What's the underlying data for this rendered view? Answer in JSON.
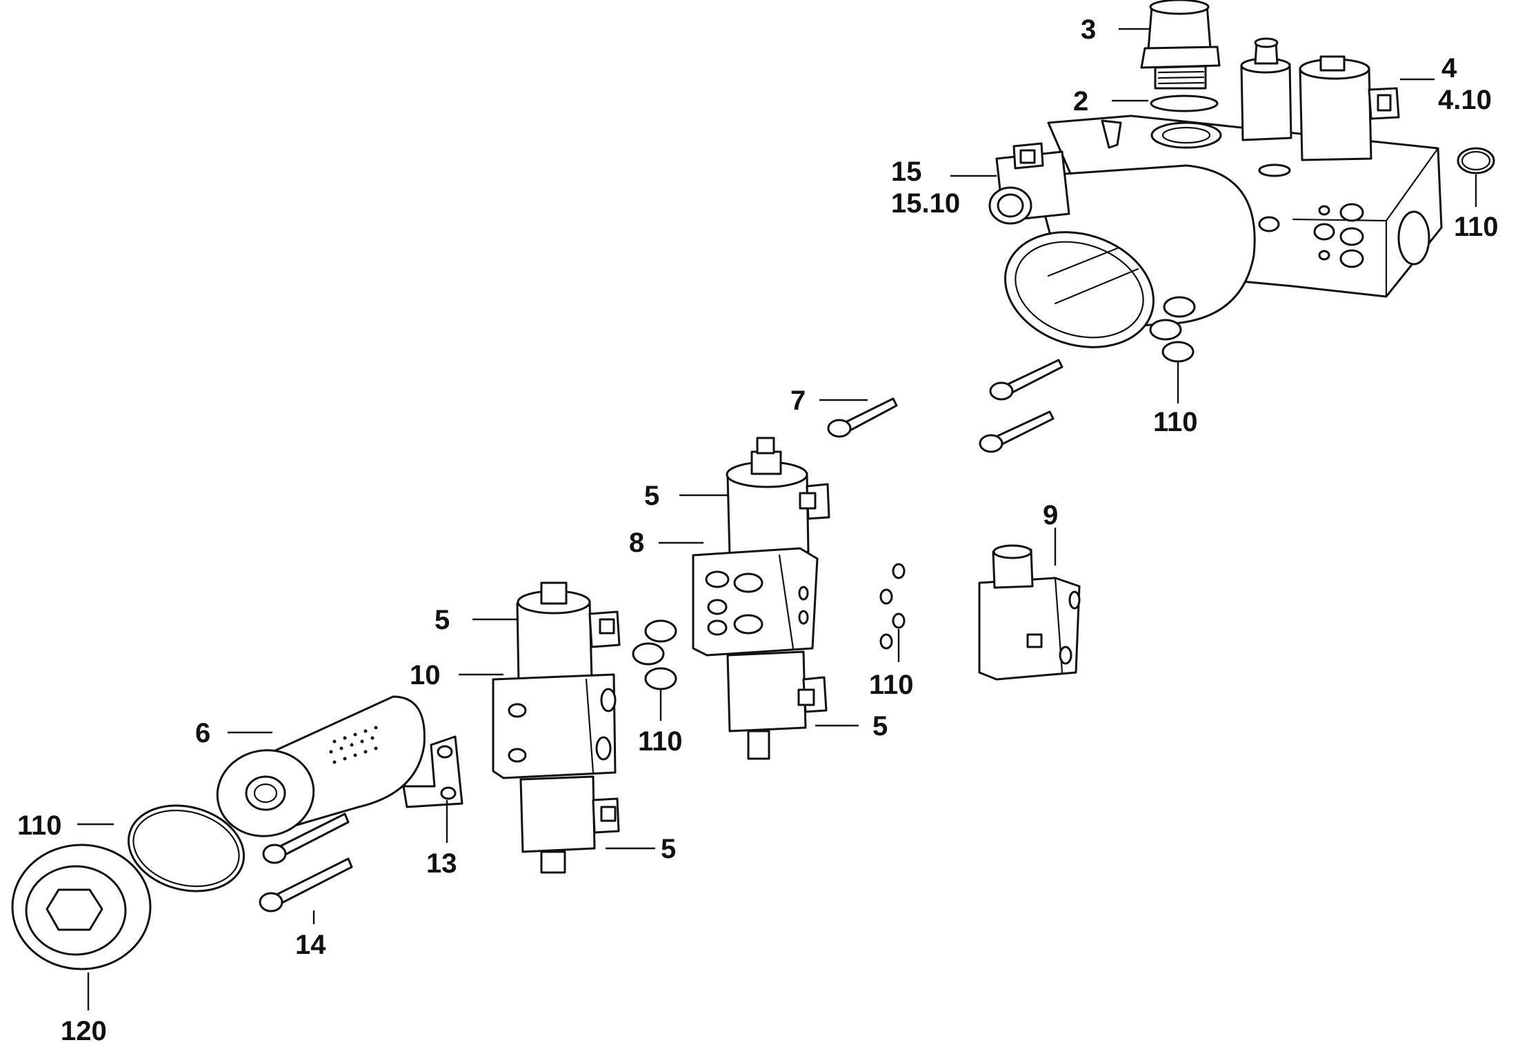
{
  "callouts": [
    {
      "id": "c3",
      "text": "3"
    },
    {
      "id": "c2",
      "text": "2"
    },
    {
      "id": "c4",
      "text": "4"
    },
    {
      "id": "c410",
      "text": "4.10"
    },
    {
      "id": "c15",
      "text": "15"
    },
    {
      "id": "c1510",
      "text": "15.10"
    },
    {
      "id": "c110a",
      "text": "110"
    },
    {
      "id": "c110b",
      "text": "110"
    },
    {
      "id": "c7",
      "text": "7"
    },
    {
      "id": "c5a",
      "text": "5"
    },
    {
      "id": "c8",
      "text": "8"
    },
    {
      "id": "c9",
      "text": "9"
    },
    {
      "id": "c5b",
      "text": "5"
    },
    {
      "id": "c10",
      "text": "10"
    },
    {
      "id": "c110c",
      "text": "110"
    },
    {
      "id": "c110d",
      "text": "110"
    },
    {
      "id": "c5c",
      "text": "5"
    },
    {
      "id": "c6",
      "text": "6"
    },
    {
      "id": "c110e",
      "text": "110"
    },
    {
      "id": "c13",
      "text": "13"
    },
    {
      "id": "c5d",
      "text": "5"
    },
    {
      "id": "c14",
      "text": "14"
    },
    {
      "id": "c120",
      "text": "120"
    }
  ]
}
